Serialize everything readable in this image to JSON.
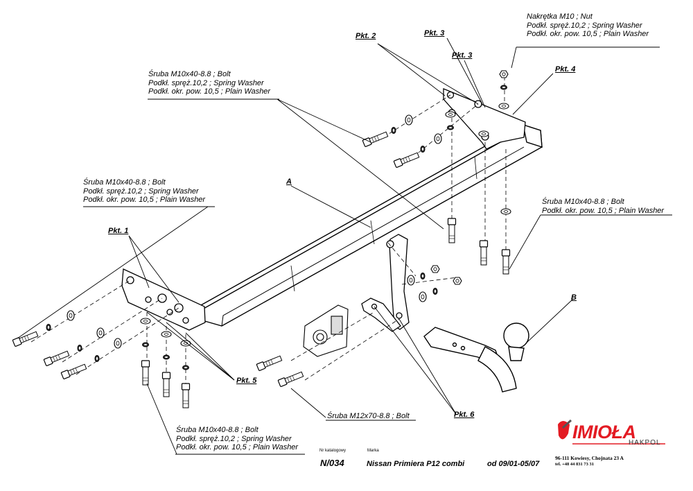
{
  "callouts": {
    "nut_top": [
      "Nakrętka  M10 ; Nut",
      "Podkł. spręż.10,2 ; Spring Washer",
      "Podkł. okr. pow. 10,5 ; Plain Washer"
    ],
    "bolt_top": [
      "Śruba M10x40-8.8 ;  Bolt",
      "Podkł. spręż.10,2 ; Spring Washer",
      "Podkł. okr. pow. 10,5 ; Plain Washer"
    ],
    "bolt_left": [
      "Śruba M10x40-8.8 ;  Bolt",
      "Podkł. spręż.10,2 ; Spring Washer",
      "Podkł. okr. pow. 10,5 ; Plain Washer"
    ],
    "bolt_right": [
      "Śruba M10x40-8.8 ;  Bolt",
      "Podkł. okr. pow. 10,5 ; Plain Washer"
    ],
    "bolt_bottom": [
      "Śruba M10x40-8.8 ;  Bolt",
      "Podkł. spręż.10,2 ; Spring Washer",
      "Podkł. okr. pow. 10,5 ; Plain Washer"
    ],
    "bolt_m12": "Śruba M12x70-8.8 ;  Bolt"
  },
  "points": {
    "pkt1": "Pkt. 1",
    "pkt2": "Pkt. 2",
    "pkt3a": "Pkt. 3",
    "pkt3b": "Pkt. 3",
    "pkt4": "Pkt. 4",
    "pkt5": "Pkt. 5",
    "pkt6": "Pkt. 6",
    "part_a": "A",
    "part_b": "B"
  },
  "footer": {
    "catalog_caption": "Nr katalogowy",
    "catalog_number": "N/034",
    "make_caption": "Marka",
    "model": "Nissan Primiera P12 combi",
    "years": "od  09/01-05/07"
  },
  "logo": {
    "brand": "IMIOŁA",
    "sub": "HAKPOL",
    "address": "96-111 Kowiesy, Chojnata 23 A",
    "phone": "tel. +48 44 831 73 31",
    "brand_color": "#e31b23"
  }
}
